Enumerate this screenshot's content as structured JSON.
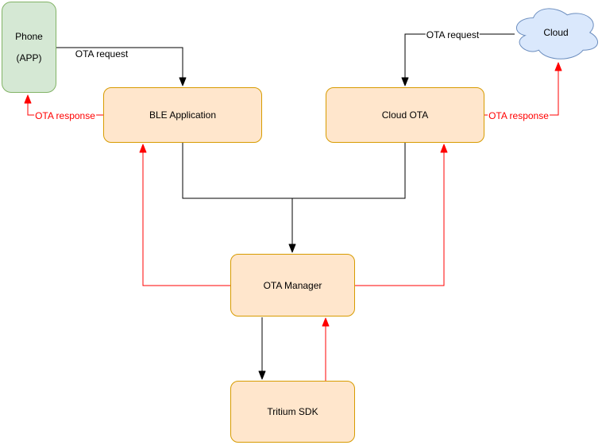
{
  "diagram": {
    "type": "flow-diagram",
    "description": "OTA update architecture flow between Phone app, Cloud, BLE Application, Cloud OTA, OTA Manager and Tritium SDK",
    "nodes": {
      "phone": {
        "line1": "Phone",
        "line2": "(APP)"
      },
      "cloud": {
        "label": "Cloud"
      },
      "ble": {
        "label": "BLE Application"
      },
      "cloudOta": {
        "label": "Cloud OTA"
      },
      "otaManager": {
        "label": "OTA Manager"
      },
      "tritiumSdk": {
        "label": "Tritium SDK"
      }
    },
    "edge_labels": {
      "request_phone": "OTA request",
      "request_cloud": "OTA request",
      "response_phone": "OTA response",
      "response_cloud": "OTA response"
    },
    "edges": [
      {
        "from": "phone",
        "to": "ble",
        "label": "OTA request",
        "color": "#000000"
      },
      {
        "from": "cloud",
        "to": "cloudOta",
        "label": "OTA request",
        "color": "#000000"
      },
      {
        "from": "ble",
        "to": "otaManager",
        "label": "",
        "color": "#000000"
      },
      {
        "from": "cloudOta",
        "to": "otaManager",
        "label": "",
        "color": "#000000"
      },
      {
        "from": "otaManager",
        "to": "tritiumSdk",
        "label": "",
        "color": "#000000"
      },
      {
        "from": "ble",
        "to": "phone",
        "label": "OTA response",
        "color": "#ff0000"
      },
      {
        "from": "cloudOta",
        "to": "cloud",
        "label": "OTA response",
        "color": "#ff0000"
      },
      {
        "from": "otaManager",
        "to": "ble",
        "label": "",
        "color": "#ff0000"
      },
      {
        "from": "otaManager",
        "to": "cloudOta",
        "label": "",
        "color": "#ff0000"
      },
      {
        "from": "tritiumSdk",
        "to": "otaManager",
        "label": "",
        "color": "#ff0000"
      }
    ],
    "colors": {
      "request_line": "#000000",
      "response_line": "#ff0000",
      "orange_fill": "#ffe6cc",
      "orange_border": "#d79b00",
      "phone_fill": "#d5e8d4",
      "phone_border": "#82b366",
      "cloud_fill": "#dae8fc",
      "cloud_border": "#6c8ebf",
      "text": "#000000"
    }
  }
}
